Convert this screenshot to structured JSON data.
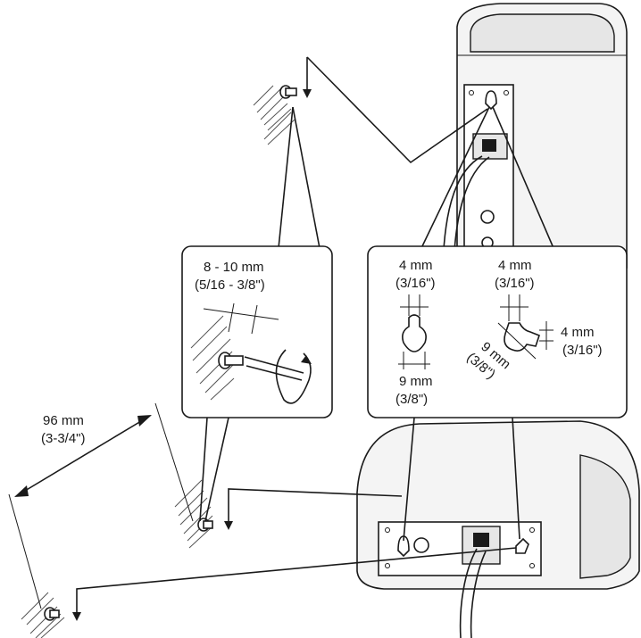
{
  "labels": {
    "screw_length_mm": "8 - 10 mm",
    "screw_length_in": "(5/16 - 3/8\")",
    "hole_width_mm": "4 mm",
    "hole_width_in": "(3/16\")",
    "hole_height_mm": "9 mm",
    "hole_height_in": "(3/8\")",
    "angled_width_mm": "4 mm",
    "angled_width_in": "(3/16\")",
    "angled_side_mm": "4 mm",
    "angled_side_in": "(3/16\")",
    "angled_diag_mm": "9 mm",
    "angled_diag_in": "(3/8\")",
    "spacing_mm": "96 mm",
    "spacing_in": "(3-3/4\")"
  }
}
